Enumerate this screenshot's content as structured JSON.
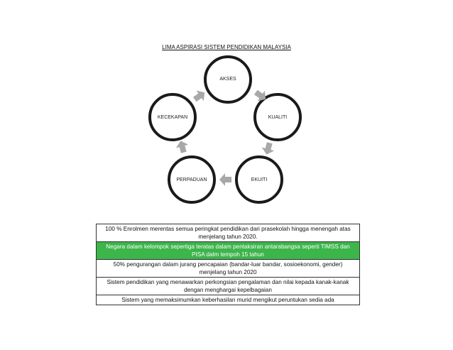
{
  "title": "LIMA ASPIRASI SISTEM PENDIDIKAN MALAYSIA",
  "cycle": {
    "nodes": [
      "AKSES",
      "KUALITI",
      "EKUITI",
      "PERPADUAN",
      "KECEKAPAN"
    ]
  },
  "colors": {
    "highlight": "#3cb54a",
    "arrow": "#a8a8a8",
    "circle_stroke": "#1a1a1a"
  },
  "table": {
    "rows": [
      {
        "text": "100 % Enrolmen merentas semua peringkat pendidikan dari prasekolah hingga menengah atas menjelang tahun 2020.",
        "highlight": false
      },
      {
        "text": "Negara dalam kelompok sepertiga teratas dalam pentaksiran antarabangsa seperti TIMSS dan PISA dalm tempoh 15 tahun",
        "highlight": true
      },
      {
        "text": "50% pengurangan dalam jurang pencapaian (bandar-luar bandar, sosioekonomi, gender) menjelang tahun 2020",
        "highlight": false
      },
      {
        "text": "Sistem pendidikan yang menawarkan perkongsian pengalaman dan nilai kepada kanak-kanak dengan menghargai kepelbagaian",
        "highlight": false
      },
      {
        "text": "Sistem yang memaksimumkan keberhasilan murid mengikut peruntukan sedia ada",
        "highlight": false
      }
    ]
  }
}
